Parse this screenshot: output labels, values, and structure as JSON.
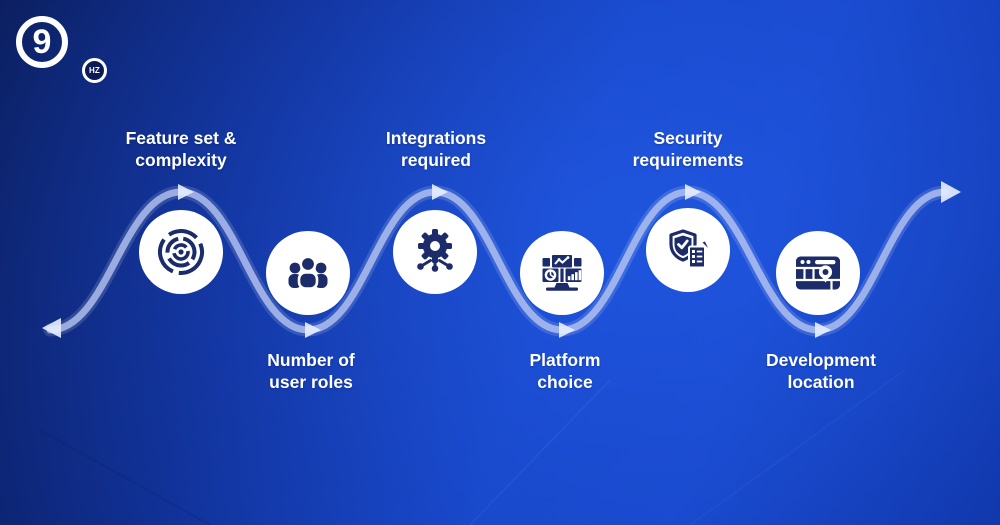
{
  "brand": {
    "logo_number": "9",
    "logo_sub": "HZ"
  },
  "steps": [
    {
      "name": "feature-set-complexity",
      "label_line1": "Feature set &",
      "label_line2": "complexity",
      "icon": "maze-icon",
      "row": "top"
    },
    {
      "name": "number-of-user-roles",
      "label_line1": "Number of",
      "label_line2": "user roles",
      "icon": "users-group-icon",
      "row": "bottom"
    },
    {
      "name": "integrations-required",
      "label_line1": "Integrations",
      "label_line2": "required",
      "icon": "integration-gear-icon",
      "row": "top"
    },
    {
      "name": "platform-choice",
      "label_line1": "Platform",
      "label_line2": "choice",
      "icon": "dashboard-monitor-icon",
      "row": "bottom"
    },
    {
      "name": "security-requirements",
      "label_line1": "Security",
      "label_line2": "requirements",
      "icon": "shield-checklist-icon",
      "row": "top"
    },
    {
      "name": "development-location",
      "label_line1": "Development",
      "label_line2": "location",
      "icon": "browser-map-pin-icon",
      "row": "bottom"
    }
  ],
  "colors": {
    "background_dark": "#0a1c58",
    "background_bright": "#1b50da",
    "icon_glyph": "#1c2b69",
    "circle_fill": "#ffffff",
    "wave_line": "#b9c6f2",
    "arrow": "#e4ebfd",
    "label_text": "#ffffff"
  }
}
